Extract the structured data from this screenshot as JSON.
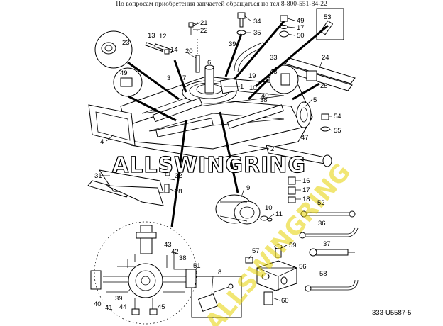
{
  "header": {
    "text": "По вопросам приобретения запчастей обращаться по тел 8-800-551-84-22"
  },
  "watermark": {
    "main": "ALLSWINGRING",
    "diagonal": "ALLSWINGRING"
  },
  "drawing_code": "333-U5587-5",
  "colors": {
    "line": "#000000",
    "watermark_yellow": "#e6d200",
    "watermark_gray": "#a0a0a0"
  },
  "callouts": {
    "c1": "1",
    "c2": "2",
    "c3": "3",
    "c4": "4",
    "c5": "5",
    "c6": "6",
    "c7": "7",
    "c8": "8",
    "c9": "9",
    "c10a": "10",
    "c10b": "10",
    "c11": "11",
    "c12": "12",
    "c13": "13",
    "c14": "14",
    "c16": "16",
    "c17a": "17",
    "c17b": "17",
    "c18": "18",
    "c19": "19",
    "c20": "20",
    "c21": "21",
    "c22": "22",
    "c23": "23",
    "c24": "24",
    "c25": "25",
    "c28": "28",
    "c31": "31",
    "c32": "32",
    "c33": "33",
    "c34": "34",
    "c35": "35",
    "c36": "36",
    "c37": "37",
    "c38a": "38",
    "c38b": "38",
    "c39a": "39",
    "c39b": "39",
    "c40a": "40",
    "c40b": "40",
    "c41": "41",
    "c42": "42",
    "c43": "43",
    "c44": "44",
    "c45": "45",
    "c47": "47",
    "c48": "48",
    "c49a": "49",
    "c49b": "49",
    "c50": "50",
    "c51": "51",
    "c52": "52",
    "c53": "53",
    "c54": "54",
    "c55": "55",
    "c56": "56",
    "c57": "57",
    "c58": "58",
    "c59": "59",
    "c60": "60"
  }
}
